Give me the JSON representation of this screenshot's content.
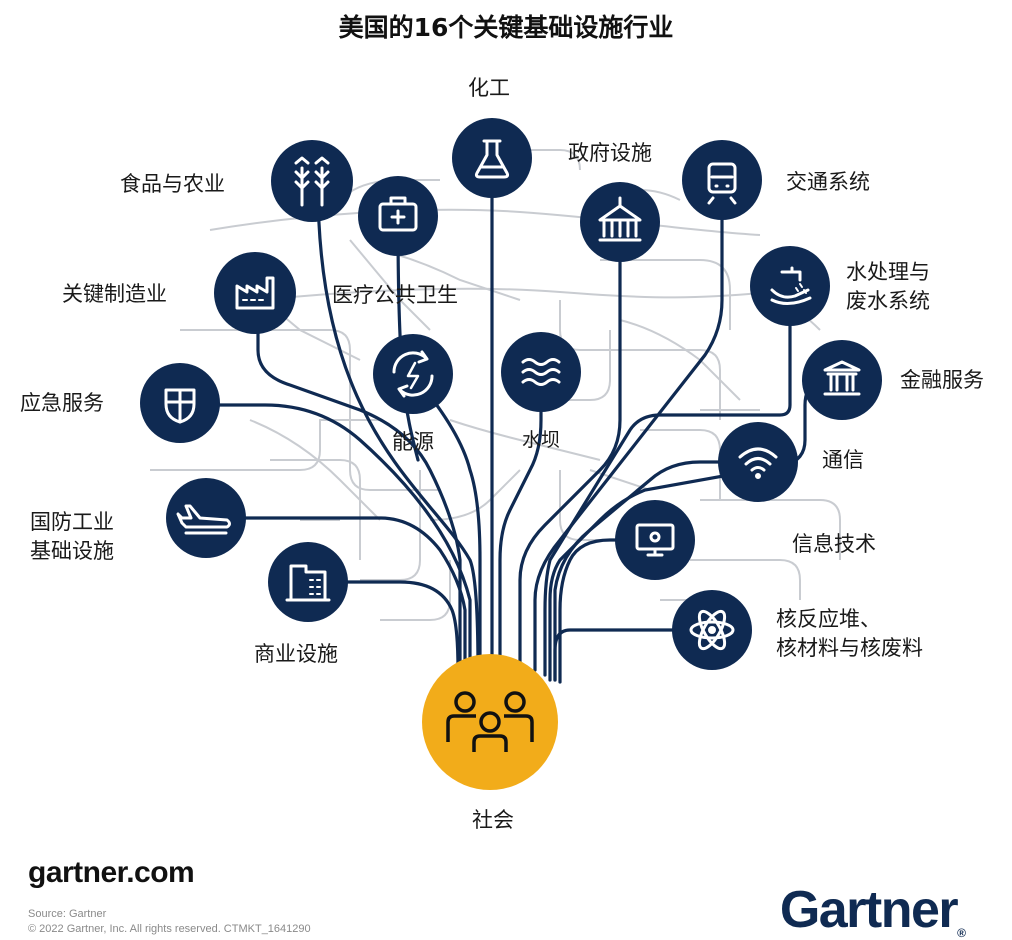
{
  "title": "美国的16个关键基础设施行业",
  "nodes": {
    "chemical": "化工",
    "food": "食品与农业",
    "healthcare": "医疗公共卫生",
    "government": "政府设施",
    "transport": "交通系统",
    "water": [
      "水处理与",
      "废水系统"
    ],
    "manufacturing": "关键制造业",
    "financial": "金融服务",
    "emergency": "应急服务",
    "energy": "能源",
    "dams": "水坝",
    "communications": "通信",
    "defense": [
      "国防工业",
      "基础设施"
    ],
    "it": "信息技术",
    "commercial": "商业设施",
    "nuclear": [
      "核反应堆、",
      "核材料与核废料"
    ],
    "society": "社会"
  },
  "icons": {
    "chemical": "flask-icon",
    "food": "wheat-icon",
    "healthcare": "first-aid-kit-icon",
    "government": "capitol-icon",
    "transport": "train-icon",
    "water": "water-tap-hand-icon",
    "manufacturing": "factory-icon",
    "financial": "bank-icon",
    "emergency": "shield-cross-icon",
    "energy": "energy-cycle-icon",
    "dams": "waves-icon",
    "communications": "wifi-icon",
    "defense": "airplane-icon",
    "it": "monitor-gear-icon",
    "commercial": "office-building-icon",
    "nuclear": "atom-icon",
    "society": "people-group-icon"
  },
  "colors": {
    "navy": "#0f2a52",
    "gold": "#f2ac1a",
    "line": "#c9ccd1"
  },
  "footer": {
    "site": "gartner.com",
    "source": "Source: Gartner",
    "copyright": "© 2022 Gartner, Inc. All rights reserved. CTMKT_1641290",
    "brand": "Gartner"
  }
}
